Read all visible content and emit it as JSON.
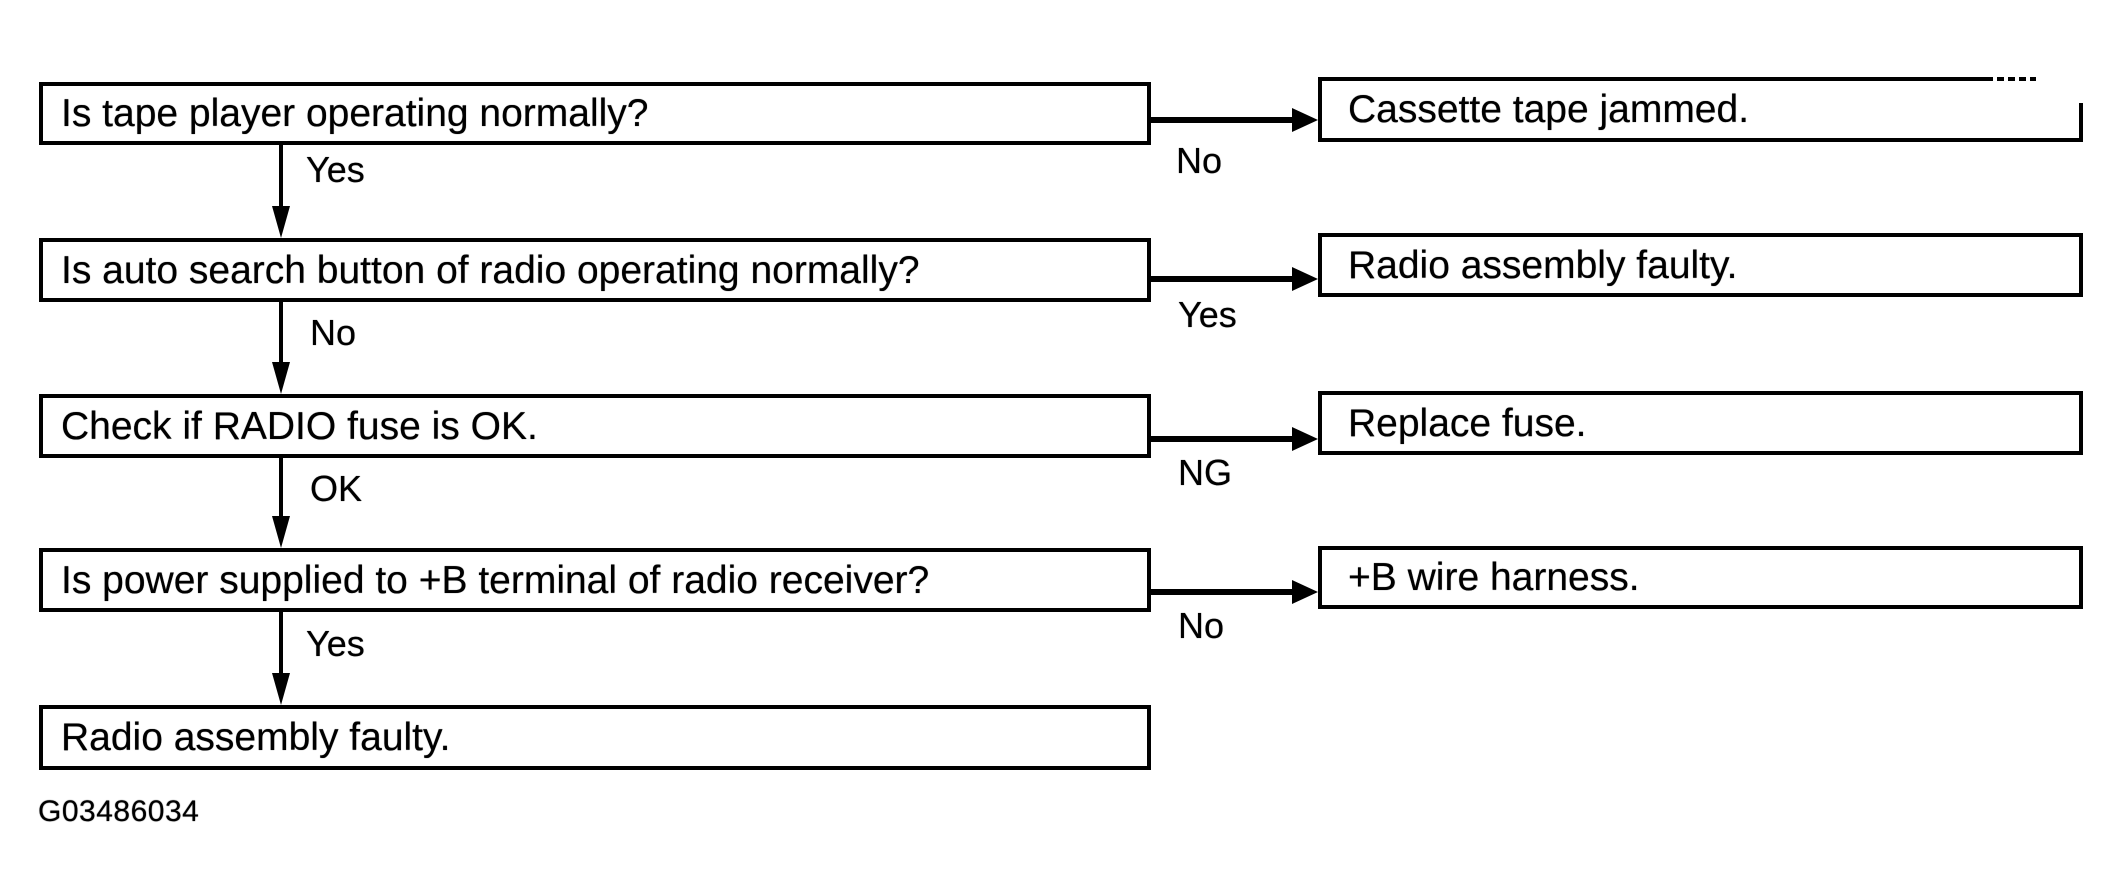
{
  "figure_id": "G03486034",
  "colors": {
    "ink": "#000000",
    "paper": "#ffffff"
  },
  "flowchart": {
    "rows": [
      {
        "question": "Is tape player operating normally?",
        "branch_down": "Yes",
        "branch_side": "No",
        "outcome": "Cassette tape jammed."
      },
      {
        "question": "Is auto search button of radio operating normally?",
        "branch_down": "No",
        "branch_side": "Yes",
        "outcome": "Radio assembly faulty."
      },
      {
        "question": "Check if RADIO fuse is OK.",
        "branch_down": "OK",
        "branch_side": "NG",
        "outcome": "Replace fuse."
      },
      {
        "question": "Is power supplied to +B terminal of radio receiver?",
        "branch_down": "Yes",
        "branch_side": "No",
        "outcome": "+B wire harness."
      }
    ],
    "final_box": "Radio assembly faulty."
  }
}
